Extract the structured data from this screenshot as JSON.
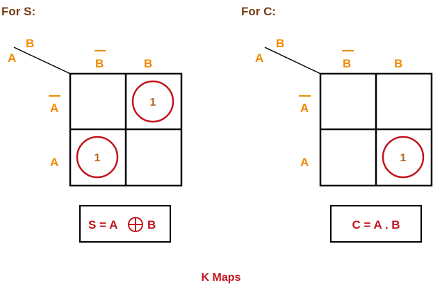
{
  "kmaps": [
    {
      "heading": "For S:",
      "corner_row_var": "A",
      "corner_col_var": "B",
      "col_headers": [
        "B",
        "B"
      ],
      "col_header_complemented": [
        true,
        false
      ],
      "row_headers": [
        "A",
        "A"
      ],
      "row_header_complemented": [
        true,
        false
      ],
      "cells": [
        [
          "",
          "1"
        ],
        [
          "1",
          ""
        ]
      ],
      "equation_prefix": "S = A",
      "equation_operator": "xor-symbol",
      "equation_suffix": "B"
    },
    {
      "heading": "For C:",
      "corner_row_var": "A",
      "corner_col_var": "B",
      "col_headers": [
        "B",
        "B"
      ],
      "col_header_complemented": [
        true,
        false
      ],
      "row_headers": [
        "A",
        "A"
      ],
      "row_header_complemented": [
        true,
        false
      ],
      "cells": [
        [
          "",
          ""
        ],
        [
          "",
          "1"
        ]
      ],
      "equation_prefix": "C = A . B",
      "equation_operator": "",
      "equation_suffix": ""
    }
  ],
  "caption": "K Maps",
  "colors": {
    "heading": "#7a3b12",
    "variable": "#f08a00",
    "one": "#b8651b",
    "ring": "#c0141c",
    "equation": "#c0141c",
    "grid": "#000000"
  }
}
